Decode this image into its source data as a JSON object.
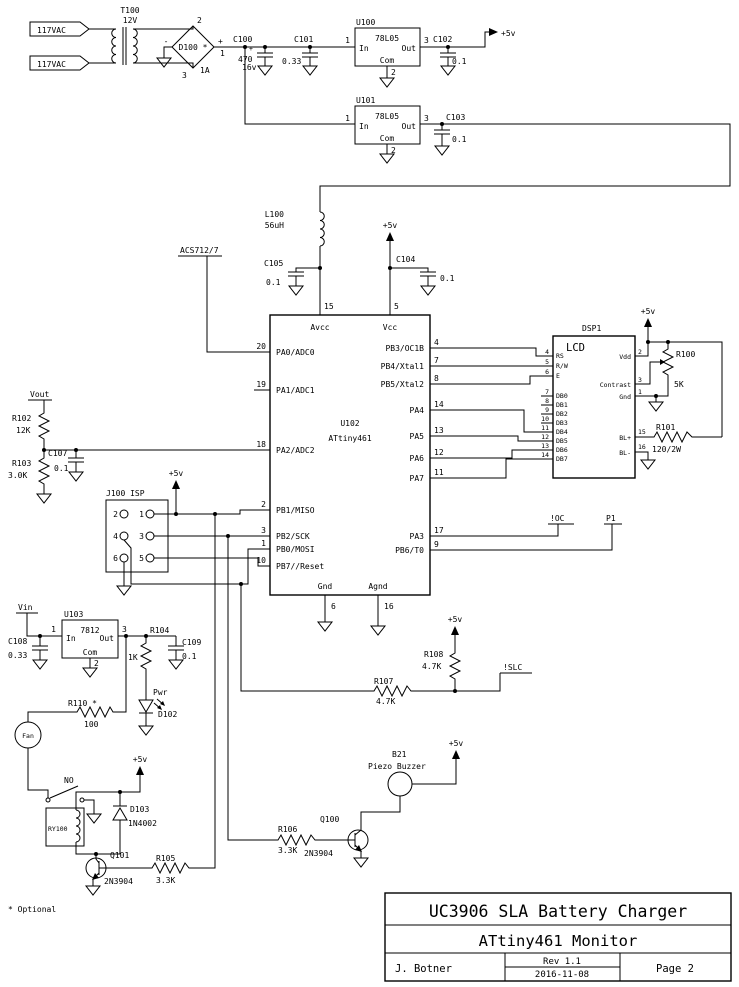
{
  "notes": {
    "optional": "* Optional"
  },
  "title_block": {
    "line1": "UC3906 SLA Battery Charger",
    "line2": "ATtiny461 Monitor",
    "author": "J. Botner",
    "rev": "Rev 1.1",
    "date": "2016-11-08",
    "page": "Page 2"
  },
  "nets": {
    "p5v": "+5v",
    "vout": "Vout",
    "vin": "Vin",
    "oc": "!OC",
    "p1": "P1",
    "slc": "!SLC",
    "acs": "ACS712/7",
    "no": "NO",
    "pwr": "Pwr"
  },
  "ac": {
    "in1": "117VAC",
    "in2": "117VAC"
  },
  "t100": {
    "ref": "T100",
    "val": "12V"
  },
  "d100": {
    "ref": "D100 *",
    "amps": "1A",
    "p1": "1",
    "p2": "2",
    "p3": "3",
    "plus": "+",
    "minus": "-"
  },
  "c100": {
    "ref": "C100",
    "val": "470",
    "volt": "16v",
    "plus": "+"
  },
  "c101": {
    "ref": "C101",
    "val": "0.33"
  },
  "c102": {
    "ref": "C102",
    "val": "0.1"
  },
  "c103": {
    "ref": "C103",
    "val": "0.1"
  },
  "c104": {
    "ref": "C104",
    "val": "0.1"
  },
  "c105": {
    "ref": "C105",
    "val": "0.1"
  },
  "c107": {
    "ref": "C107",
    "val": "0.1"
  },
  "c108": {
    "ref": "C108",
    "val": "0.33"
  },
  "c109": {
    "ref": "C109",
    "val": "0.1"
  },
  "u100": {
    "ref": "U100",
    "part": "78L05",
    "in": "In",
    "out": "Out",
    "com": "Com",
    "pin_in": "1",
    "pin_out": "3",
    "pin_com": "2"
  },
  "u101": {
    "ref": "U101",
    "part": "78L05",
    "in": "In",
    "out": "Out",
    "com": "Com",
    "pin_in": "1",
    "pin_out": "3",
    "pin_com": "2"
  },
  "u103": {
    "ref": "U103",
    "part": "7812",
    "in": "In",
    "out": "Out",
    "com": "Com",
    "pin_in": "1",
    "pin_out": "3",
    "pin_com": "2"
  },
  "l100": {
    "ref": "L100",
    "val": "56uH"
  },
  "u102": {
    "ref": "U102",
    "part": "ATtiny461",
    "avcc": "Avcc",
    "avcc_pin": "15",
    "vcc": "Vcc",
    "vcc_pin": "5",
    "gnd": "Gnd",
    "gnd_pin": "6",
    "agnd": "Agnd",
    "agnd_pin": "16",
    "left": [
      {
        "n": "PA0/ADC0",
        "p": "20"
      },
      {
        "n": "PA1/ADC1",
        "p": "19"
      },
      {
        "n": "PA2/ADC2",
        "p": "18"
      },
      {
        "n": "PB1/MISO",
        "p": "2"
      },
      {
        "n": "PB2/SCK",
        "p": "3"
      },
      {
        "n": "PB0/MOSI",
        "p": "1"
      },
      {
        "n": "PB7//Reset",
        "p": "10"
      }
    ],
    "right": [
      {
        "n": "PB3/OC1B",
        "p": "4"
      },
      {
        "n": "PB4/Xtal1",
        "p": "7"
      },
      {
        "n": "PB5/Xtal2",
        "p": "8"
      },
      {
        "n": "PA4",
        "p": "14"
      },
      {
        "n": "PA5",
        "p": "13"
      },
      {
        "n": "PA6",
        "p": "12"
      },
      {
        "n": "PA7",
        "p": "11"
      },
      {
        "n": "PA3",
        "p": "17"
      },
      {
        "n": "PB6/T0",
        "p": "9"
      }
    ]
  },
  "lcd": {
    "ref": "DSP1",
    "name": "LCD",
    "pins_left": [
      {
        "n": "RS",
        "p": "4"
      },
      {
        "n": "R/W",
        "p": "5"
      },
      {
        "n": "E",
        "p": "6"
      },
      {
        "n": "DB0",
        "p": "7"
      },
      {
        "n": "DB1",
        "p": "8"
      },
      {
        "n": "DB2",
        "p": "9"
      },
      {
        "n": "DB3",
        "p": "10"
      },
      {
        "n": "DB4",
        "p": "11"
      },
      {
        "n": "DB5",
        "p": "12"
      },
      {
        "n": "DB6",
        "p": "13"
      },
      {
        "n": "DB7",
        "p": "14"
      }
    ],
    "vdd": "Vdd",
    "vdd_pin": "2",
    "contrast": "Contrast",
    "contrast_pin": "3",
    "gnd": "Gnd",
    "gnd_pin": "1",
    "blp": "BL+",
    "blp_pin": "15",
    "blm": "BL-",
    "blm_pin": "16"
  },
  "r100": {
    "ref": "R100",
    "val": "5K"
  },
  "r101": {
    "ref": "R101",
    "val": "120/2W"
  },
  "r102": {
    "ref": "R102",
    "val": "12K"
  },
  "r103": {
    "ref": "R103",
    "val": "3.0K"
  },
  "r104": {
    "ref": "R104",
    "val": "1K"
  },
  "r105": {
    "ref": "R105",
    "val": "3.3K"
  },
  "r106": {
    "ref": "R106",
    "val": "3.3K"
  },
  "r107": {
    "ref": "R107",
    "val": "4.7K"
  },
  "r108": {
    "ref": "R108",
    "val": "4.7K"
  },
  "r110": {
    "ref": "R110 *",
    "val": "100"
  },
  "d102": {
    "ref": "D102"
  },
  "d103": {
    "ref": "D103",
    "part": "1N4002"
  },
  "q100": {
    "ref": "Q100",
    "part": "2N3904"
  },
  "q101": {
    "ref": "Q101",
    "part": "2N3904"
  },
  "j100": {
    "ref": "J100 ISP",
    "pins": [
      "1",
      "2",
      "3",
      "4",
      "5",
      "6"
    ]
  },
  "ry100": {
    "ref": "RY100"
  },
  "b21": {
    "ref": "B21",
    "desc": "Piezo Buzzer"
  },
  "fan": {
    "ref": "Fan"
  }
}
